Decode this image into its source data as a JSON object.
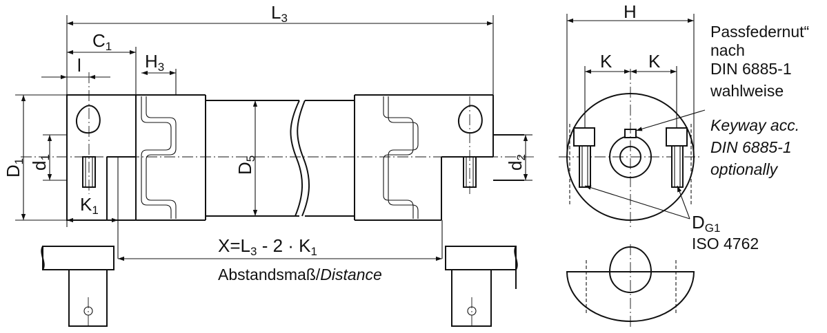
{
  "dimensions": {
    "L3": {
      "main": "L",
      "sub": "3"
    },
    "C1": {
      "main": "C",
      "sub": "1"
    },
    "H3": {
      "main": "H",
      "sub": "3"
    },
    "l": "l",
    "D1": {
      "main": "D",
      "sub": "1"
    },
    "d1": {
      "main": "d",
      "sub": "1"
    },
    "D5": {
      "main": "D",
      "sub": "5"
    },
    "d2": {
      "main": "d",
      "sub": "2"
    },
    "K1": {
      "main": "K",
      "sub": "1"
    },
    "H": "H",
    "K_left": "K",
    "K_right": "K",
    "DG1": {
      "main": "D",
      "sub": "G1"
    }
  },
  "distance_formula": {
    "lhs": "X=L",
    "s1": "3",
    "mid": " - 2 · K",
    "s2": "1"
  },
  "distance_label": {
    "de": "Abstandsmaß/",
    "en": "Distance"
  },
  "keyway_note": {
    "de_lines": [
      "Passfedernut“",
      "nach",
      "DIN 6885-1",
      "wahlweise"
    ],
    "en_lines": [
      "Keyway acc.",
      "DIN 6885-1",
      "optionally"
    ]
  },
  "screw_standard": "ISO 4762"
}
